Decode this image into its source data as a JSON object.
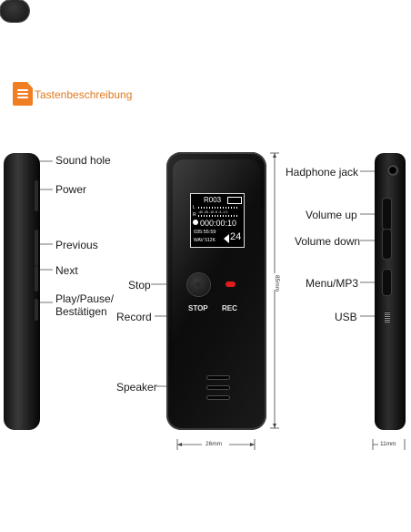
{
  "header": {
    "title": "Tastenbeschreibung",
    "icon": "document-list-icon",
    "accent": "#f07f24"
  },
  "left_labels": {
    "sound_hole": "Sound hole",
    "power": "Power",
    "previous": "Previous",
    "next": "Next",
    "play_pause_1": "Play/Pause/",
    "play_pause_2": "Bestätigen"
  },
  "center_labels": {
    "stop": "Stop",
    "record": "Record",
    "speaker": "Speaker"
  },
  "right_labels": {
    "headphone_jack": "Hadphone jack",
    "volume_up": "Volume up",
    "volume_down": "Volume down",
    "menu_mp3": "Menu/MP3",
    "usb": "USB"
  },
  "dimensions": {
    "height": "85mm",
    "width": "26mm",
    "depth": "11mm"
  },
  "device": {
    "stop_caption": "STOP",
    "rec_caption": "REC",
    "rec_color": "#e21b1b",
    "screen": {
      "file": "R003",
      "meter_left": "L",
      "meter_right": "R",
      "meter_scale": "-40 -20 -10 -5 -3 -1 0",
      "timer": "000:00:10",
      "remaining": "035:55:59",
      "format": "WAV  512K",
      "volume": "24"
    }
  }
}
